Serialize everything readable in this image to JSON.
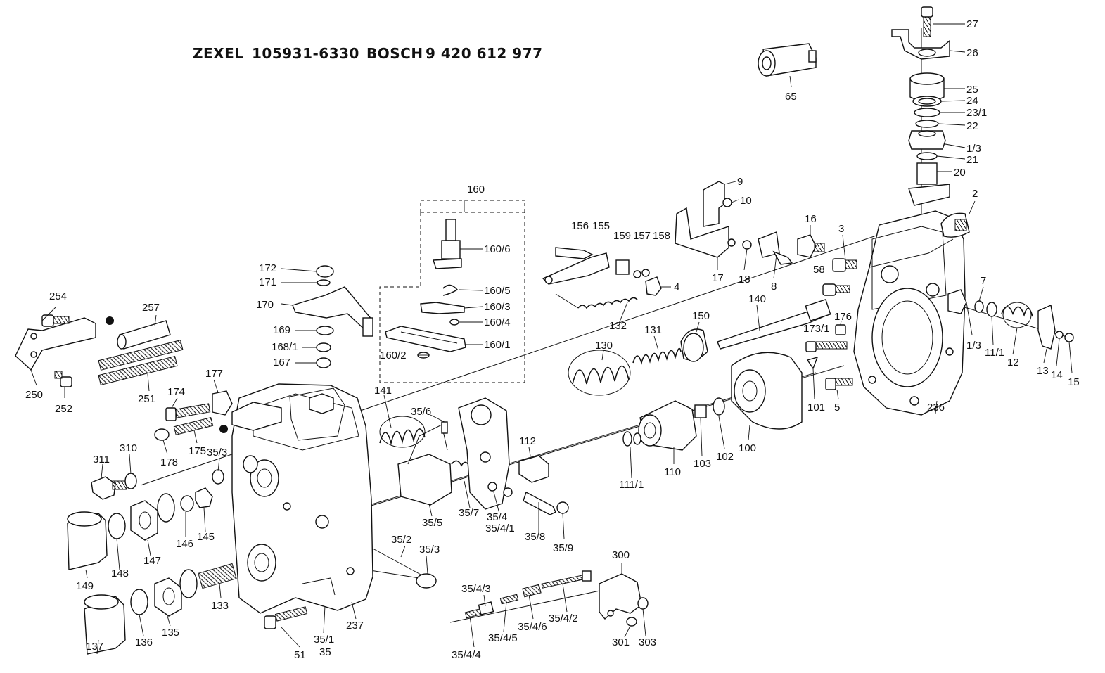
{
  "header": {
    "brand1": "ZEXEL",
    "num1": "105931-6330",
    "brand2": "BOSCH",
    "num2": "9 420 612 977"
  },
  "part_labels": [
    "27",
    "26",
    "25",
    "24",
    "23/1",
    "22",
    "1/3",
    "21",
    "20",
    "2",
    "65",
    "9",
    "10",
    "3",
    "16",
    "156",
    "155",
    "159",
    "157",
    "158",
    "17",
    "18",
    "8",
    "58",
    "4",
    "7",
    "1/3",
    "11/1",
    "12",
    "13",
    "14",
    "15",
    "176",
    "173/1",
    "101",
    "5",
    "236",
    "160",
    "160/6",
    "160/5",
    "160/3",
    "160/4",
    "160/1",
    "160/2",
    "172",
    "171",
    "170",
    "169",
    "168/1",
    "167",
    "254",
    "257",
    "250",
    "252",
    "251",
    "177",
    "174",
    "175",
    "178",
    "35/3",
    "311",
    "310",
    "149",
    "148",
    "147",
    "146",
    "145",
    "132",
    "131",
    "130",
    "150",
    "140",
    "141",
    "35/6",
    "35/5",
    "35/7",
    "35/4",
    "35/4/1",
    "35/8",
    "35/9",
    "112",
    "111/1",
    "110",
    "103",
    "102",
    "100",
    "35/2",
    "35/3",
    "133",
    "137",
    "136",
    "135",
    "51",
    "35/1",
    "35",
    "237",
    "35/4/3",
    "35/4/5",
    "35/4/6",
    "35/4/2",
    "35/4/4",
    "300",
    "301",
    "303"
  ]
}
